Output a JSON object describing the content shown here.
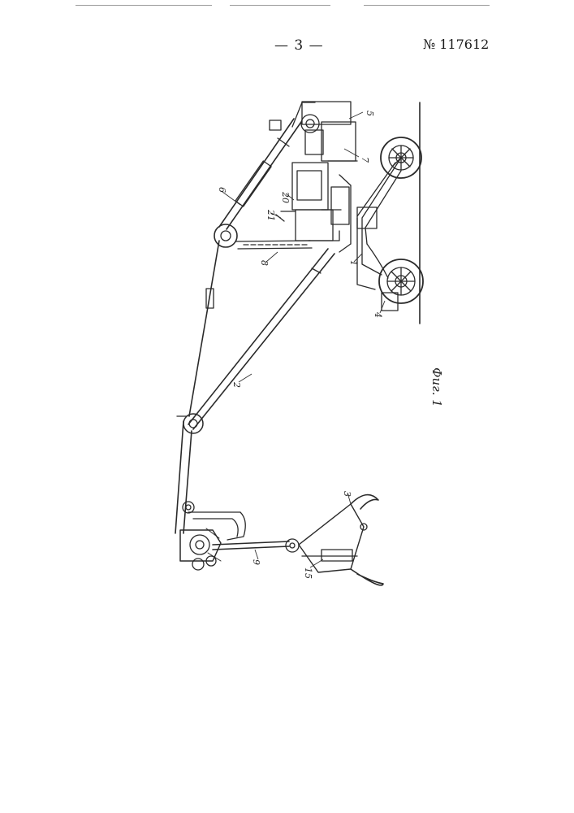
{
  "header": {
    "page_number": "— 3 —",
    "patent_number": "№ 117612"
  },
  "figure": {
    "caption": "Фиг. 1",
    "reference_labels": [
      "1",
      "2",
      "3",
      "4",
      "5",
      "6",
      "7",
      "8",
      "9",
      "15",
      "20",
      "21"
    ]
  }
}
